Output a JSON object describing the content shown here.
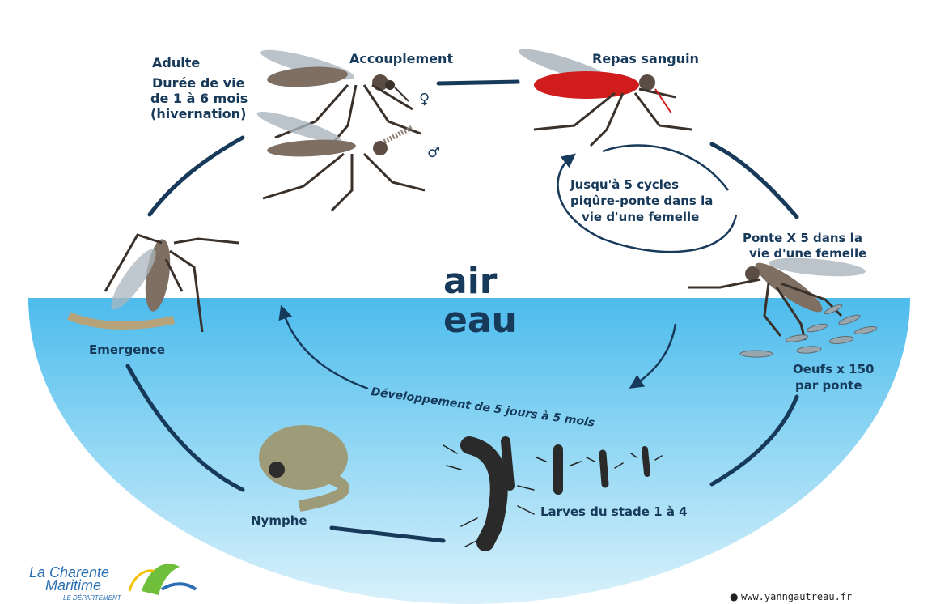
{
  "colors": {
    "water_light": "#bfe6f8",
    "water_dark": "#3eb1e6",
    "ink": "#17395a",
    "blood": "#d01c1c",
    "logo_blue": "#2a6fb3",
    "logo_green": "#6fbf3a",
    "logo_yellow": "#f2c200"
  },
  "stages": {
    "adulte": "Adulte",
    "duree_line1": "Durée de vie",
    "duree_line2": "de 1 à 6 mois",
    "duree_line3": "(hivernation)",
    "accouplement": "Accouplement",
    "female_symbol": "♀",
    "male_symbol": "♂",
    "repas": "Repas sanguin",
    "cycles_line1": "Jusqu'à 5 cycles",
    "cycles_line2": "piqûre-ponte dans la",
    "cycles_line3": "vie d'une femelle",
    "ponte_line1": "Ponte X 5 dans la",
    "ponte_line2": "vie d'une femelle",
    "oeufs_line1": "Oeufs x 150",
    "oeufs_line2": "par ponte",
    "larves": "Larves du stade 1 à 4",
    "nymphe": "Nymphe",
    "emergence": "Emergence",
    "developpement": "Développement de 5 jours à 5 mois"
  },
  "environment": {
    "air": "air",
    "eau": "eau"
  },
  "logo": {
    "line1": "La Charente",
    "line2": "Maritime",
    "line3": "LE DÉPARTEMENT"
  },
  "credit": "www.yanngautreau.fr"
}
